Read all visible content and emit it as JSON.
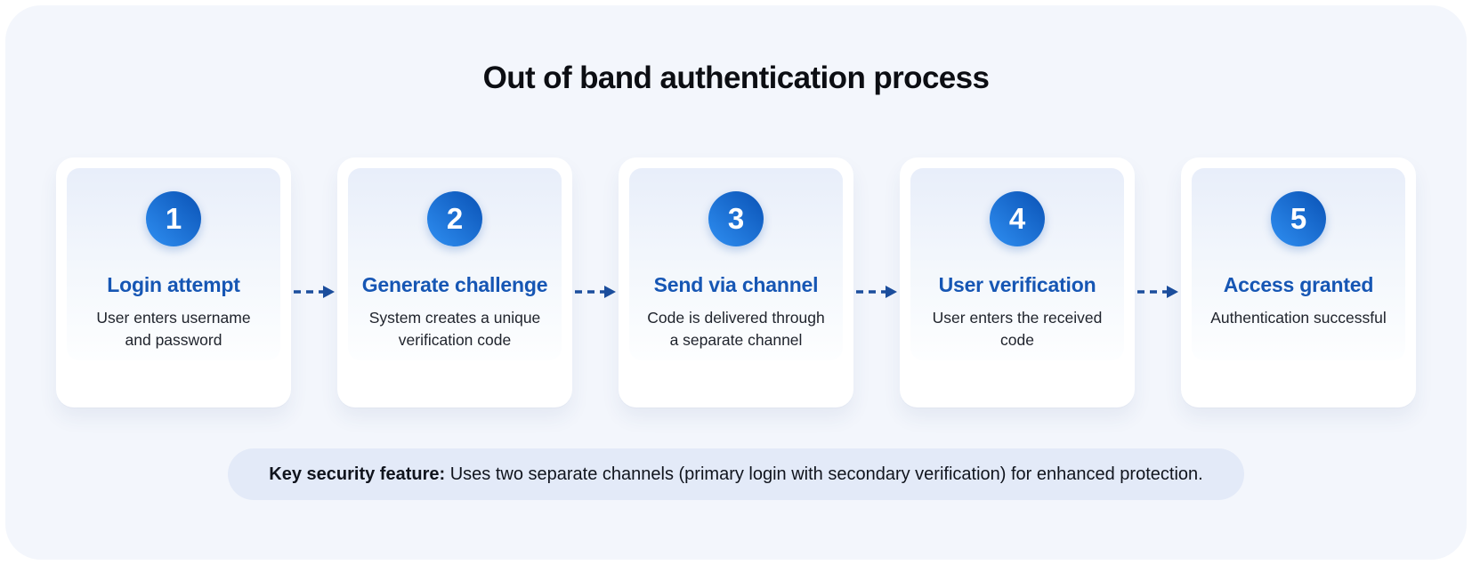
{
  "title": "Out of band authentication process",
  "steps": [
    {
      "number": "1",
      "title": "Login attempt",
      "description": "User enters username and password"
    },
    {
      "number": "2",
      "title": "Generate challenge",
      "description": "System creates a unique verification code"
    },
    {
      "number": "3",
      "title": "Send via channel",
      "description": "Code is delivered through a separate channel"
    },
    {
      "number": "4",
      "title": "User verification",
      "description": "User enters the received code"
    },
    {
      "number": "5",
      "title": "Access granted",
      "description": "Authentication successful"
    }
  ],
  "note": {
    "label": "Key security feature:",
    "text": " Uses two separate channels (primary login with secondary verification) for enhanced protection."
  },
  "colors": {
    "canvas_background": "#f3f6fc",
    "card_background": "#ffffff",
    "card_inner_gradient_top": "#e8eefa",
    "card_inner_gradient_bottom": "#fdfeff",
    "circle_gradient_dark": "#0a52b5",
    "circle_gradient_light": "#2f8ff2",
    "step_title_blue": "#1656b4",
    "arrow_blue": "#1c4e9d",
    "note_pill_background": "#e3eaf8",
    "title_text": "#0c0e13",
    "body_text": "#20242d"
  }
}
